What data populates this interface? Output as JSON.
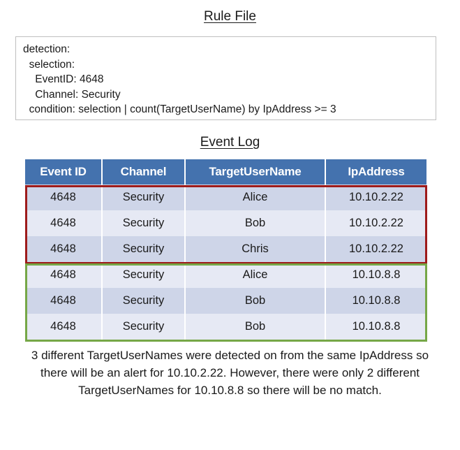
{
  "rule_section": {
    "title": "Rule File",
    "lines": [
      "detection:",
      "  selection:",
      "    EventID: 4648",
      "    Channel: Security",
      "  condition: selection | count(TargetUserName) by IpAddress >= 3"
    ]
  },
  "log_section": {
    "title": "Event Log",
    "columns": [
      "Event ID",
      "Channel",
      "TargetUserName",
      "IpAddress"
    ],
    "rows": [
      [
        "4648",
        "Security",
        "Alice",
        "10.10.2.22"
      ],
      [
        "4648",
        "Security",
        "Bob",
        "10.10.2.22"
      ],
      [
        "4648",
        "Security",
        "Chris",
        "10.10.2.22"
      ],
      [
        "4648",
        "Security",
        "Alice",
        "10.10.8.8"
      ],
      [
        "4648",
        "Security",
        "Bob",
        "10.10.8.8"
      ],
      [
        "4648",
        "Security",
        "Bob",
        "10.10.8.8"
      ]
    ],
    "highlights": [
      {
        "name": "match-group",
        "color": "#9E1B1B",
        "rows": [
          0,
          1,
          2
        ]
      },
      {
        "name": "no-match-group",
        "color": "#76A747",
        "rows": [
          3,
          4,
          5
        ]
      }
    ],
    "header_color": "#4472AE",
    "row_color_odd": "#CED5E8",
    "row_color_even": "#E6E9F4"
  },
  "caption": {
    "text": "3 different TargetUserNames were detected on from the same IpAddress so there will be an alert for 10.10.2.22. However, there were only 2 different TargetUserNames for 10.10.8.8 so there will be no match."
  }
}
